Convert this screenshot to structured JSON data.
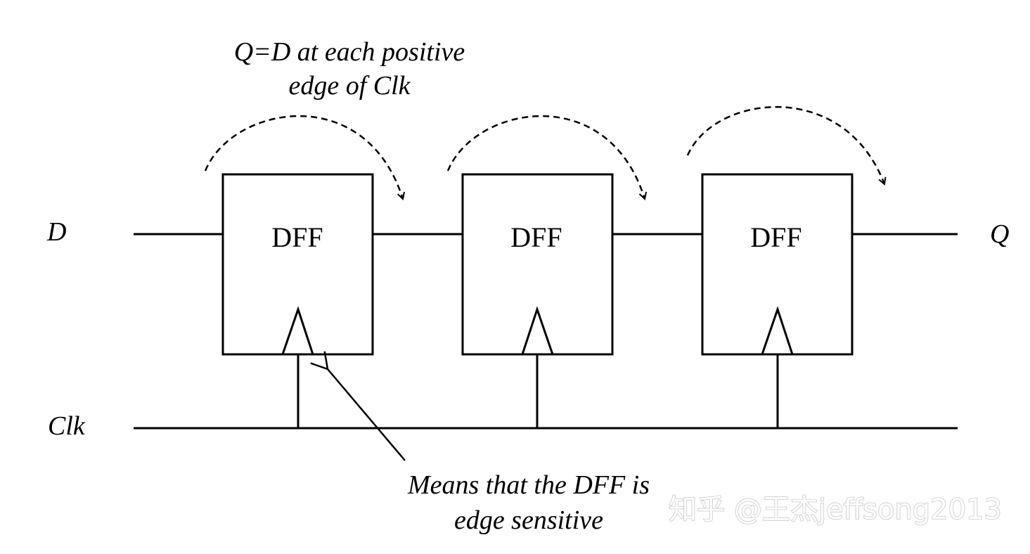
{
  "diagram": {
    "input_label": "D",
    "output_label": "Q",
    "clock_label": "Clk",
    "blocks": [
      {
        "label": "DFF"
      },
      {
        "label": "DFF"
      },
      {
        "label": "DFF"
      }
    ],
    "top_annotation": {
      "line1": "Q=D at each positive",
      "line2": "edge of Clk"
    },
    "bottom_annotation": {
      "line1": "Means that the DFF is",
      "line2": "edge sensitive"
    }
  },
  "watermark": {
    "text": "知乎 @王杰jeffsong2013"
  }
}
